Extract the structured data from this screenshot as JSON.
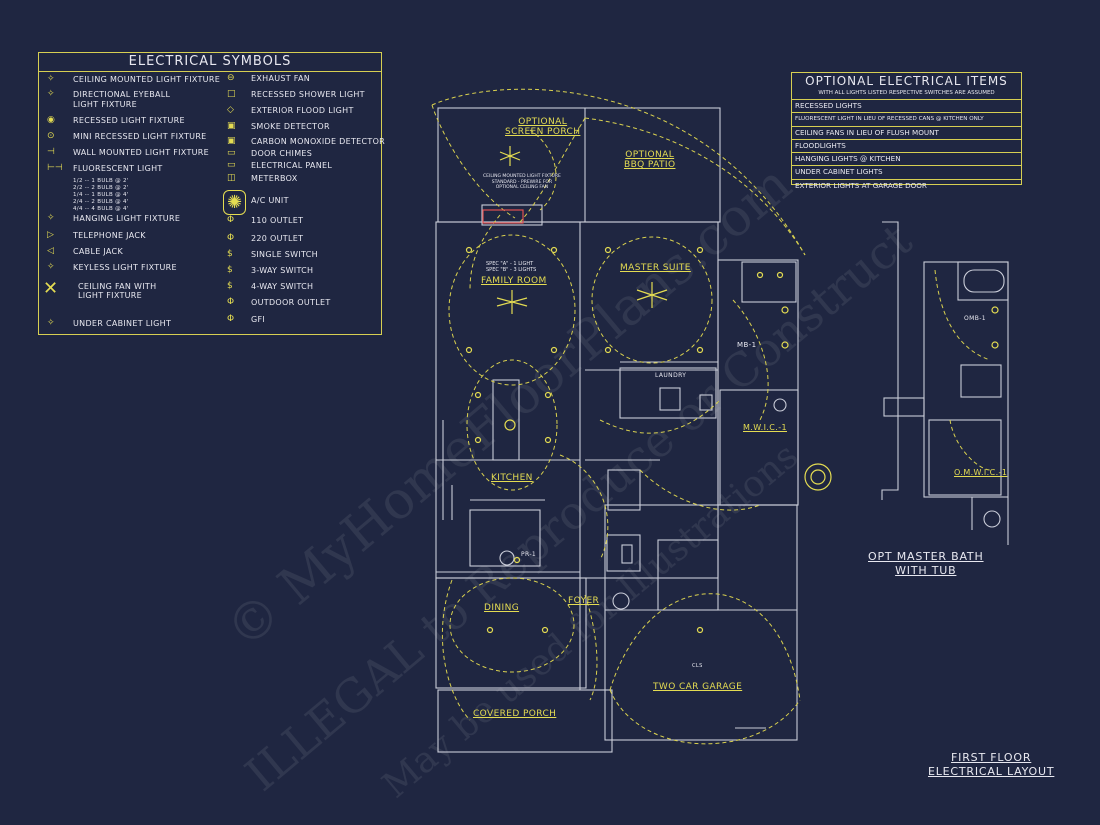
{
  "legend": {
    "title": "ELECTRICAL SYMBOLS",
    "left_items": [
      {
        "icon": "ceiling-light-icon",
        "label": "CEILING MOUNTED LIGHT FIXTURE"
      },
      {
        "icon": "eyeball-light-icon",
        "label": "DIRECTIONAL EYEBALL"
      },
      {
        "icon": "",
        "label": "LIGHT FIXTURE"
      },
      {
        "icon": "recessed-light-icon",
        "label": "RECESSED LIGHT FIXTURE"
      },
      {
        "icon": "mini-recessed-icon",
        "label": "MINI RECESSED LIGHT FIXTURE"
      },
      {
        "icon": "wall-light-icon",
        "label": "WALL MOUNTED LIGHT FIXTURE"
      },
      {
        "icon": "fluorescent-icon",
        "label": "FLUORESCENT LIGHT"
      },
      {
        "icon": "hanging-light-icon",
        "label": "HANGING LIGHT FIXTURE"
      },
      {
        "icon": "telephone-icon",
        "label": "TELEPHONE JACK"
      },
      {
        "icon": "cable-icon",
        "label": "CABLE JACK"
      },
      {
        "icon": "keyless-icon",
        "label": "KEYLESS LIGHT FIXTURE"
      },
      {
        "icon": "ceiling-fan-icon",
        "label": "CEILING FAN WITH"
      },
      {
        "icon": "",
        "label": "LIGHT FIXTURE"
      },
      {
        "icon": "under-cabinet-icon",
        "label": "UNDER CABINET LIGHT"
      }
    ],
    "fluorescent_sub": [
      "1/2 -- 1 BULB @ 2'",
      "2/2 -- 2 BULB @ 2'",
      "1/4 -- 1 BULB @ 4'",
      "2/4 -- 2 BULB @ 4'",
      "4/4 -- 4 BULB @ 4'"
    ],
    "right_items": [
      {
        "icon": "exhaust-fan-icon",
        "label": "EXHAUST FAN"
      },
      {
        "icon": "shower-light-icon",
        "label": "RECESSED SHOWER LIGHT"
      },
      {
        "icon": "flood-light-icon",
        "label": "EXTERIOR FLOOD LIGHT"
      },
      {
        "icon": "smoke-detector-icon",
        "label": "SMOKE DETECTOR"
      },
      {
        "icon": "co-detector-icon",
        "label": "CARBON MONOXIDE DETECTOR"
      },
      {
        "icon": "door-chimes-icon",
        "label": "DOOR CHIMES"
      },
      {
        "icon": "electrical-panel-icon",
        "label": "ELECTRICAL PANEL"
      },
      {
        "icon": "meterbox-icon",
        "label": "METERBOX"
      },
      {
        "icon": "ac-unit-icon",
        "label": "A/C UNIT"
      },
      {
        "icon": "outlet-110-icon",
        "label": "110 OUTLET"
      },
      {
        "icon": "outlet-220-icon",
        "label": "220 OUTLET"
      },
      {
        "icon": "single-switch-icon",
        "label": "SINGLE SWITCH"
      },
      {
        "icon": "3way-switch-icon",
        "label": "3-WAY SWITCH"
      },
      {
        "icon": "4way-switch-icon",
        "label": "4-WAY SWITCH"
      },
      {
        "icon": "outdoor-outlet-icon",
        "label": "OUTDOOR OUTLET"
      },
      {
        "icon": "gfi-icon",
        "label": "GFI"
      }
    ]
  },
  "optional": {
    "title": "OPTIONAL ELECTRICAL ITEMS",
    "subtitle": "WITH ALL LIGHTS LISTED RESPECTIVE SWITCHES ARE ASSUMED",
    "rows": [
      "RECESSED LIGHTS",
      "FLUORESCENT LIGHT IN LIEU OF RECESSED CANS @ KITCHEN ONLY",
      "CEILING FANS IN LIEU OF FLUSH MOUNT",
      "FLOODLIGHTS",
      "HANGING LIGHTS @ KITCHEN",
      "UNDER CABINET LIGHTS",
      "EXTERIOR LIGHTS AT GARAGE DOOR"
    ]
  },
  "rooms": {
    "screen_porch": [
      "OPTIONAL",
      "SCREEN PORCH"
    ],
    "bbq_patio": [
      "OPTIONAL",
      "BBQ PATIO"
    ],
    "family_room": "FAMILY ROOM",
    "master_suite": "MASTER SUITE",
    "laundry": "LAUNDRY",
    "mb1": "MB-1",
    "mwic": "M.W.I.C.-1",
    "kitchen": "KITCHEN",
    "pr1": "PR-1",
    "dining": "DINING",
    "foyer": "FOYER",
    "garage": "TWO CAR GARAGE",
    "covered_porch": "COVERED PORCH",
    "omb1": "OMB-1",
    "omwic": "O.M.W.I.C.-1",
    "cls": "CLS"
  },
  "notes": {
    "fan_note": [
      "CEILING MOUNTED LIGHT FIXTURE",
      "STANDARD - PREWIRE FOR",
      "OPTIONAL CEILING FAN"
    ],
    "spec_note": [
      "SPEC \"A\" - 1 LIGHT",
      "SPEC \"B\" - 3 LIGHTS"
    ]
  },
  "captions": {
    "opt_bath": [
      "OPT MASTER BATH",
      "WITH TUB"
    ],
    "floor": [
      "FIRST FLOOR",
      "ELECTRICAL LAYOUT"
    ]
  },
  "watermark": {
    "line1": "© MyHomeFloorPlans.com",
    "line2": "ILLEGAL to Reproduce or Construct",
    "line3": "May be used for Illustrations"
  },
  "colors": {
    "background": "#1f2641",
    "line": "#c9ccd8",
    "accent": "#e4dc52"
  }
}
